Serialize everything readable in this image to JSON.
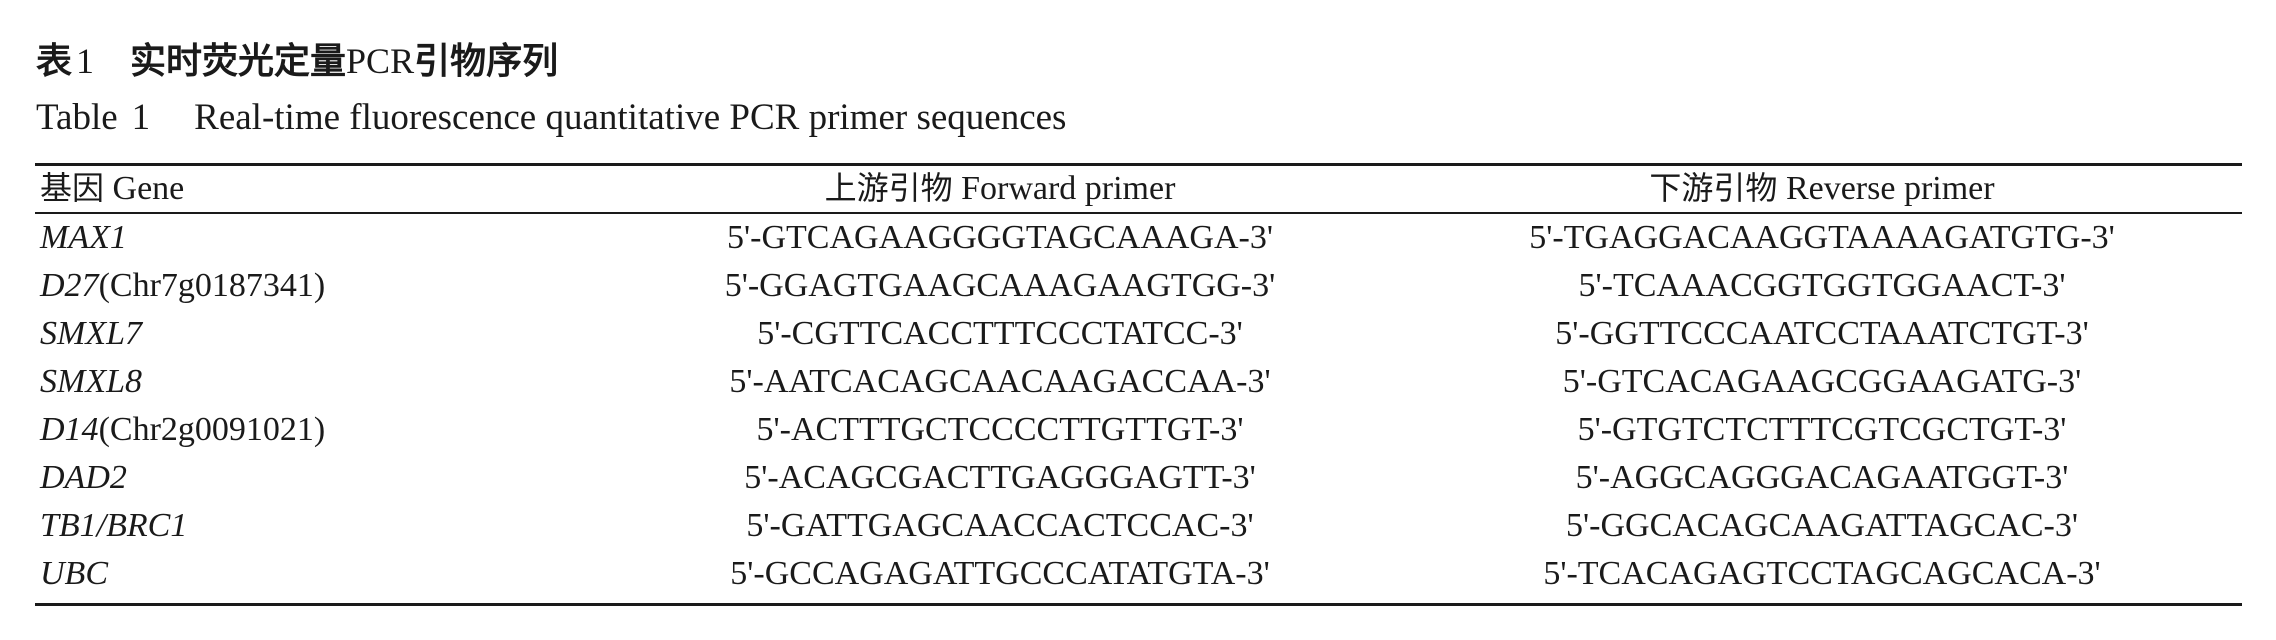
{
  "caption": {
    "zh_label": "表",
    "zh_number": "1",
    "zh_title_pre": "实时荧光定量",
    "zh_title_pcr": "PCR",
    "zh_title_post": "引物序列",
    "en_label": "Table",
    "en_number": "1",
    "en_title": "Real-time fluorescence quantitative PCR primer sequences"
  },
  "table": {
    "headers": {
      "gene_zh": "基因",
      "gene_en": "Gene",
      "forward_zh": "上游引物",
      "forward_en": "Forward primer",
      "reverse_zh": "下游引物",
      "reverse_en": "Reverse primer"
    },
    "rows": [
      {
        "gene": "MAX1",
        "suffix": "",
        "forward": "5'-GTCAGAAGGGGTAGCAAAGA-3'",
        "reverse": "5'-TGAGGACAAGGTAAAAGATGTG-3'"
      },
      {
        "gene": "D27",
        "suffix": "(Chr7g0187341)",
        "forward": "5'-GGAGTGAAGCAAAGAAGTGG-3'",
        "reverse": "5'-TCAAACGGTGGTGGAACT-3'"
      },
      {
        "gene": "SMXL7",
        "suffix": "",
        "forward": "5'-CGTTCACCTTTCCCTATCC-3'",
        "reverse": "5'-GGTTCCCAATCCTAAATCTGT-3'"
      },
      {
        "gene": "SMXL8",
        "suffix": "",
        "forward": "5'-AATCACAGCAACAAGACCAA-3'",
        "reverse": "5'-GTCACAGAAGCGGAAGATG-3'"
      },
      {
        "gene": "D14",
        "suffix": "(Chr2g0091021)",
        "forward": "5'-ACTTTGCTCCCCTTGTTGT-3'",
        "reverse": "5'-GTGTCTCTTTCGTCGCTGT-3'"
      },
      {
        "gene": "DAD2",
        "suffix": "",
        "forward": "5'-ACAGCGACTTGAGGGAGTT-3'",
        "reverse": "5'-AGGCAGGGACAGAATGGT-3'"
      },
      {
        "gene": "TB1/BRC1",
        "suffix": "",
        "forward": "5'-GATTGAGCAACCACTCCAC-3'",
        "reverse": "5'-GGCACAGCAAGATTAGCAC-3'"
      },
      {
        "gene": "UBC",
        "suffix": "",
        "forward": "5'-GCCAGAGATTGCCCATATGTA-3'",
        "reverse": "5'-TCACAGAGTCCTAGCAGCACA-3'"
      }
    ]
  }
}
